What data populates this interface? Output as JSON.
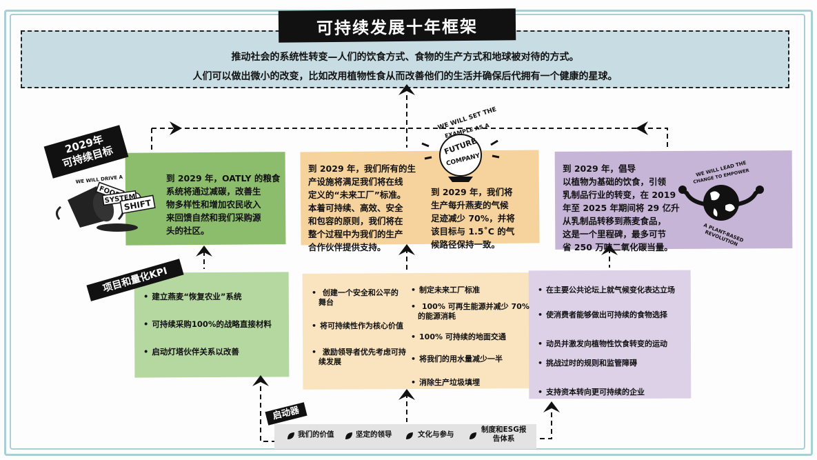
{
  "title": "可持续发展十年框架",
  "banner": {
    "line1": "推动社会的系统性转变—人们的饮食方式、食物的生产方式和地球被对待的方式。",
    "line2": "人们可以做出微小的改变，比如改用植物性食从而改善他们的生活并确保后代拥有一个健康的星球。"
  },
  "goals_tag": {
    "line1": "2029年",
    "line2": "可持续目标"
  },
  "kpi_tag": "项目和量化KPI",
  "driver_tag": "启动器",
  "colors": {
    "green": "#8cbd6c",
    "green_light": "#b5d7a0",
    "orange": "#f6d39c",
    "orange_light": "#fae4c0",
    "purple": "#c7b5d8",
    "purple_light": "#ddd1e8",
    "banner": "#c7dde3",
    "frame": "#a8cfd6"
  },
  "goals": {
    "left": {
      "badge_lines": [
        "WE WILL DRIVE A",
        "FOOD",
        "SYSTEM",
        "SHIFT"
      ],
      "text": [
        "到 2029 年，OATLY 的粮食",
        "系统将通过减碳，改善生",
        "物多样性和增加农民收入",
        "来回馈自然和我们采购源",
        "头的社区。"
      ]
    },
    "middle": {
      "badge_lines": [
        "WE WILL SET THE",
        "EXAMPLE AS A",
        "FUTURE",
        "COMPANY"
      ],
      "text_a": [
        "到 2029 年，我们所有的生",
        "产设施将满足我们将在线",
        "定义的“未来工厂”标准。",
        "本着可持续、高效、安全",
        "和包容的原则，我们将在",
        "整个过程中为我们的生产",
        "合作伙伴提供支持。"
      ],
      "text_b": [
        "到 2029 年，我们将",
        "生产每升燕麦的气候",
        "足迹减少 70%，并将",
        "该目标与 1.5˚C 的气",
        "候路径保持一致。"
      ]
    },
    "right": {
      "badge_lines": [
        "WE WILL LEAD THE",
        "CHANGE TO EMPOWER",
        "A PLANT-BASED",
        "REVOLUTION"
      ],
      "text": [
        "到 2029 年，倡导",
        "以植物为基础的饮食，引领",
        "乳制品行业的转变，在 2019",
        "年至 2025 年期间将 29 亿升",
        "从乳制品转移到燕麦食品，",
        "这是一个里程碑，最多可节",
        "省 250 万吨二氧化碳当量。"
      ]
    }
  },
  "kpis": {
    "left": [
      "建立燕麦“恢复农业”系统",
      "可持续采购100%的战略直接材料",
      "启动灯塔伙伴关系以改善"
    ],
    "middle_col1": [
      [
        "创建一个安全和公平的",
        "舞台"
      ],
      [
        "将可持续性作为核心价值"
      ],
      [
        "激励领导者优先考虑可持",
        "续发展"
      ]
    ],
    "middle_col2": [
      [
        "制定未来工厂标准"
      ],
      [
        "100% 可再生能源并减少 70%",
        "的能源消耗"
      ],
      [
        "100% 可持续的地面交通"
      ],
      [
        "将我们的用水量减少一半"
      ],
      [
        "消除生产垃圾填埋"
      ]
    ],
    "right": [
      "在主要公共论坛上就气候变化表达立场",
      "使消费者能够做出可持续的食物选择",
      "动员并激发向植物性饮食转变的运动",
      "挑战过时的规则和监管障碍",
      "支持资本转向更可持续的企业"
    ]
  },
  "drivers": [
    [
      "我们的价值"
    ],
    [
      "坚定的领导"
    ],
    [
      "文化与参与"
    ],
    [
      "制度和ESG报",
      "告体系"
    ]
  ]
}
